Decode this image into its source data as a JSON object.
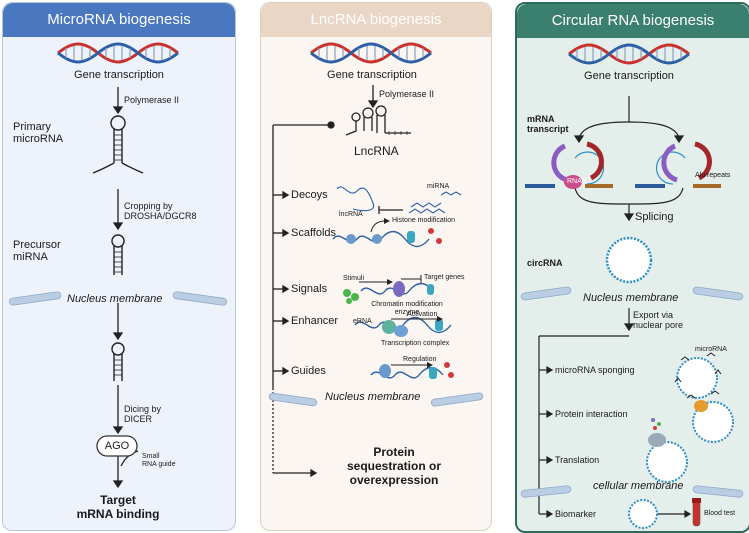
{
  "panels": {
    "mirna": {
      "title": "MicroRNA biogenesis",
      "gene_transcription": "Gene transcription",
      "polymerase": "Polymerase II",
      "primary": "Primary\nmicroRNA",
      "cropping": "Cropping by\nDROSHA/DGCR8",
      "precursor": "Precursor\nmiRNA",
      "nucleus_membrane": "Nucleus membrane",
      "dicing": "Dicing by\nDICER",
      "ago": "AGO",
      "small_rna_guide": "Small\nRNA guide",
      "target": "Target\nmRNA binding"
    },
    "lncrna": {
      "title": "LncRNA biogenesis",
      "gene_transcription": "Gene transcription",
      "polymerase": "Polymerase II",
      "lncrna_label": "LncRNA",
      "decoys": "Decoys",
      "mirna_small": "miRNA",
      "lncrna_small": "lncRNA",
      "scaffolds": "Scaffolds",
      "histone_mod": "Histone modification",
      "signals": "Signals",
      "stimuli": "Stimuli",
      "target_genes": "Target genes",
      "chromatin_enzyme": "Chromatin modification\nenzyme",
      "enhancer": "Enhancer",
      "erna": "eRNA",
      "activation": "Activation",
      "transcription_complex": "Transcription complex",
      "guides": "Guides",
      "regulation": "Regulation",
      "nucleus_membrane": "Nucleus membrane",
      "protein_outcome": "Protein\nsequestration or\noverexpression"
    },
    "circrna": {
      "title": "Circular RNA biogenesis",
      "gene_transcription": "Gene transcription",
      "mrna_transcript": "mRNA\ntranscript",
      "rnab": "RNAB",
      "alu_repeats": "Alu repeats",
      "splicing": "Splicing",
      "circrna_label": "circRNA",
      "nucleus_membrane": "Nucleus membrane",
      "export": "Export via\nnuclear pore",
      "microrna_small": "microRNA",
      "microrna_sponging": "microRNA sponging",
      "protein_interaction": "Protein interaction",
      "translation": "Translation",
      "cellular_membrane": "cellular membrane",
      "biomarker": "Biomarker",
      "blood_test": "Blood test"
    }
  },
  "colors": {
    "mirna_header": "#4a78c0",
    "lncrna_header": "#e9d6c4",
    "circrna_header": "#3b7f6e",
    "dna_red": "#c8312c",
    "dna_blue": "#2d5fa8",
    "membrane": "#b9cde3"
  }
}
